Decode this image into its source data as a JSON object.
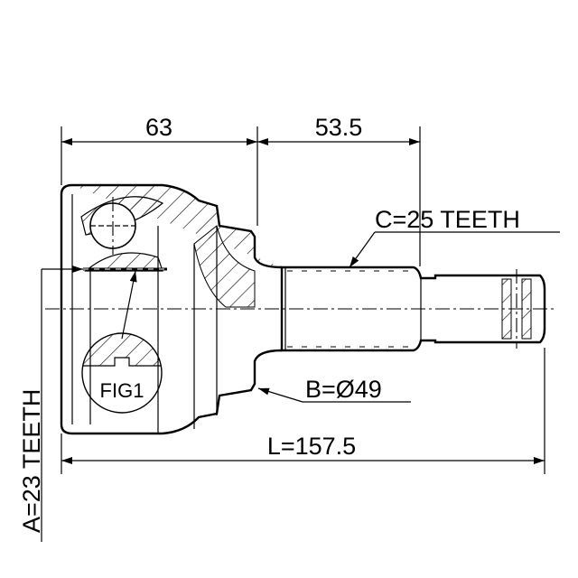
{
  "drawing": {
    "dimensions": {
      "outer_length": "63",
      "shaft_length": "53.5",
      "total_length": "L=157.5"
    },
    "callouts": {
      "shaft_teeth": "C=25 TEETH",
      "seal_diameter": "B=Ø49",
      "inner_teeth": "A=23 TEETH",
      "detail": "FIG1"
    }
  }
}
